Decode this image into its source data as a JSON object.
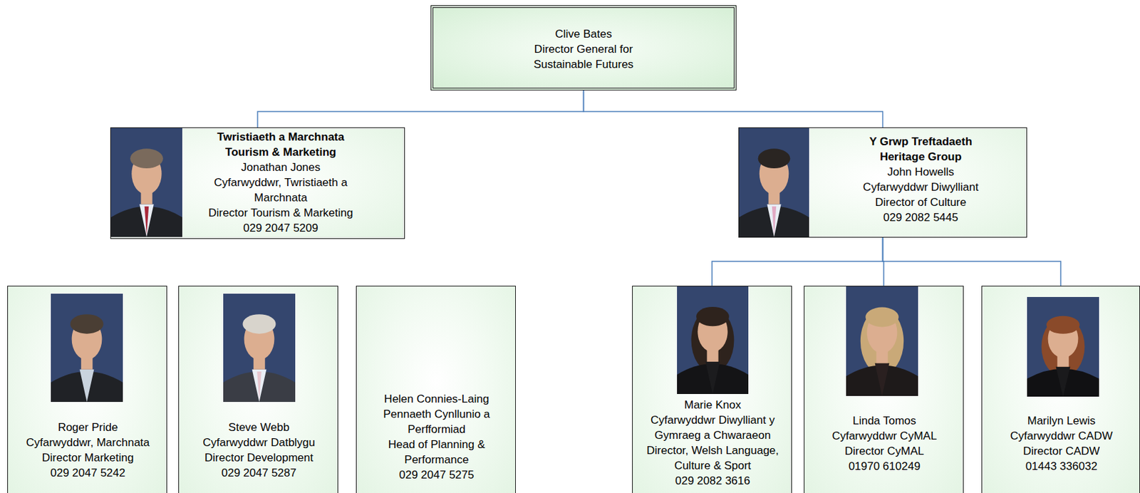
{
  "diagram": {
    "nodes": [
      {
        "text": [
          "Clive Bates",
          "Director General for Sustainable Futures"
        ]
      },
      {
        "text": [
          "Twristiaeth a Marchnata",
          "Tourism & Marketing",
          "Jonathan Jones",
          "Cyfarwyddwr, Twristiaeth a Marchnata",
          "Director Tourism & Marketing",
          "029 2047 5209"
        ]
      },
      {
        "text": [
          "Y Grwp Treftadaeth",
          "Heritage Group",
          "John Howells",
          "Cyfarwyddwr Diwylliant",
          "Director of Culture",
          "029 2082 5445"
        ]
      },
      {
        "text": [
          "Roger Pride",
          "Cyfarwyddwr, Marchnata",
          "Director Marketing",
          "029 2047 5242"
        ]
      },
      {
        "text": [
          "Steve Webb",
          "Cyfarwyddwr Datblygu",
          "Director Development",
          "029 2047 5287"
        ]
      },
      {
        "text": [
          "Helen Connies-Laing",
          "Pennaeth Cynllunio a Perfformiad",
          "Head of Planning & Performance",
          "029 2047 5275"
        ]
      },
      {
        "text": [
          "Marie Knox",
          "Cyfarwyddwr Diwylliant y Gymraeg a Chwaraeon",
          "Director, Welsh Language, Culture & Sport",
          "029 2082 3616"
        ]
      },
      {
        "text": [
          "Linda Tomos",
          "Cyfarwyddwr CyMAL",
          "Director CyMAL",
          "01970 610249"
        ]
      },
      {
        "text": [
          "Marilyn Lewis",
          "Cyfarwyddwr CADW",
          "Director CADW",
          "01443 336032"
        ]
      }
    ],
    "edges": [
      {
        "from": 0,
        "to": 1,
        "arrow": "none"
      },
      {
        "from": 0,
        "to": 2,
        "arrow": "none"
      },
      {
        "from": 2,
        "to": 6,
        "arrow": "none"
      },
      {
        "from": 2,
        "to": 7,
        "arrow": "none"
      },
      {
        "from": 2,
        "to": 8,
        "arrow": "none"
      }
    ]
  }
}
